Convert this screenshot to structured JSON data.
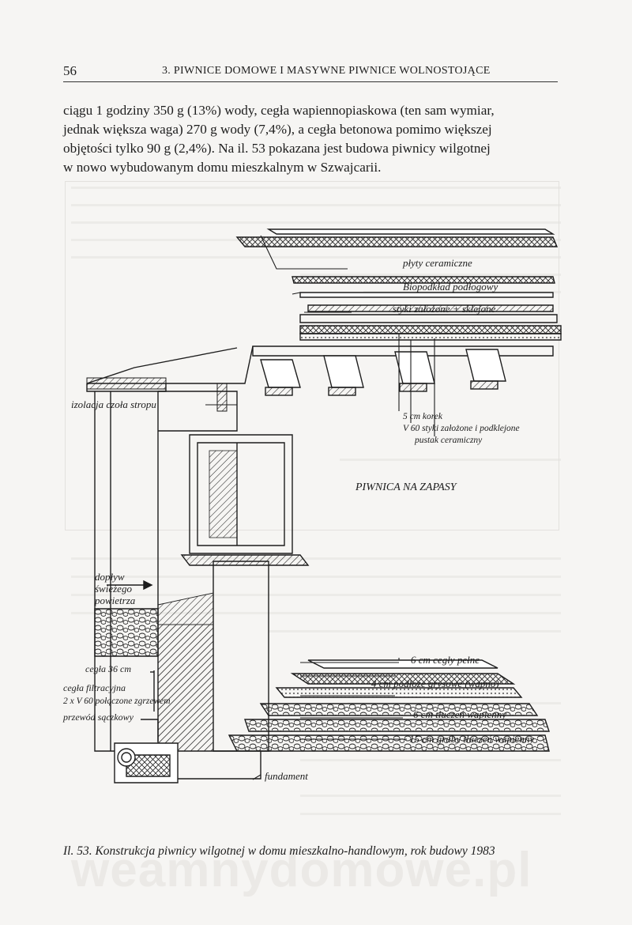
{
  "header": {
    "page_number": "56",
    "running_title": "3. PIWNICE DOMOWE I MASYWNE PIWNICE WOLNOSTOJĄCE"
  },
  "body_text": {
    "lines": [
      "ciągu 1 godziny 350 g (13%) wody, cegła wapiennopiaskowa (ten sam wymiar,",
      "jednak większa waga) 270 g wody (7,4%), a cegła betonowa pomimo większej",
      "objętości tylko 90 g (2,4%). Na il. 53 pokazana jest budowa piwnicy wilgotnej",
      "w nowo wybudowanym domu mieszkalnym w Szwajcarii."
    ]
  },
  "figure": {
    "labels": {
      "plytki": "płyty ceramiczne",
      "biopodklad": "Biopodkład podłogowy",
      "styki": "styki założone + sklejone",
      "izolacja": "izolacja czoła stropu",
      "korek": "5 cm korek",
      "v60": "V 60 styki założone i podklejone",
      "pustak": "pustak ceramiczny",
      "piwnica": "PIWNICA NA ZAPASY",
      "doplyw1": "dopływ",
      "doplyw2": "świeżego",
      "doplyw3": "powietrza",
      "cegly_pelne": "6 cm cegły pełne",
      "podloze": "4 cm podłoże grysowe (wapno)",
      "tluczen6": "6 cm tłuczeń wapienny",
      "tluczen15": "15 cm gruby tłuczeń wapienny",
      "cegla36": "cegła 36 cm",
      "cegla_filtr": "cegła filtracyjna",
      "v60_zgrzew": "2 x V 60 połączone zgrzewem",
      "przewod": "przewód sączkowy",
      "fundament": "fundament"
    }
  },
  "caption": "Il. 53. Konstrukcja piwnicy wilgotnej w domu mieszkalno-handlowym, rok budowy 1983",
  "watermark": "weamnydomowe.pl"
}
